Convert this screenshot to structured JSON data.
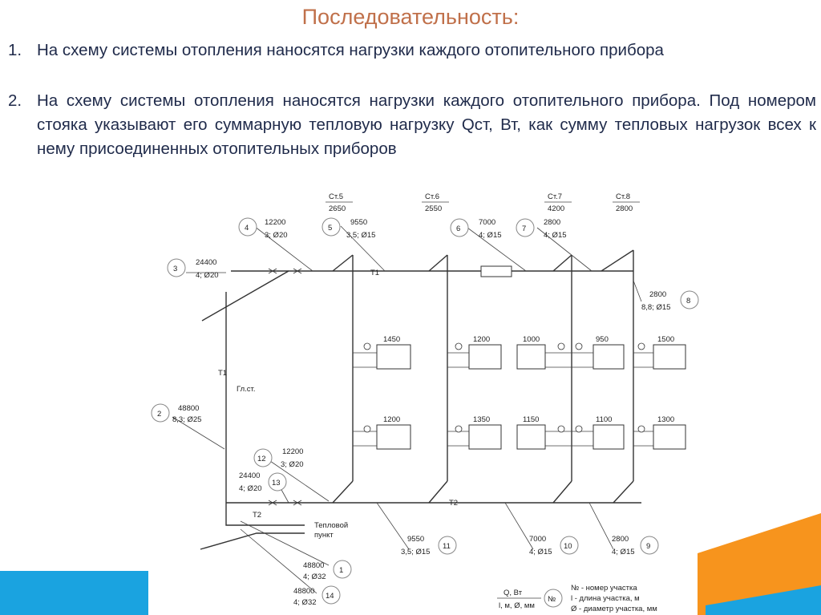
{
  "title": "Последовательность:",
  "items": [
    {
      "num": "1.",
      "text": "На схему системы отопления наносятся нагрузки каждого отопительного прибора"
    },
    {
      "num": "2.",
      "text": "На схему системы отопления наносятся нагрузки каждого отопительного прибора. Под номером стояка указывают его суммарную тепловую нагрузку Qст, Вт, как сумму тепловых нагрузок всех к нему присоединенных отопительных приборов"
    }
  ],
  "colors": {
    "title": "#c0704a",
    "text": "#1f2a4a",
    "accent_orange": "#f7941d",
    "accent_blue": "#1aa3e0"
  },
  "scheme": {
    "risers": [
      {
        "name": "Ст.5",
        "load": "2650"
      },
      {
        "name": "Ст.6",
        "load": "2550"
      },
      {
        "name": "Ст.7",
        "load": "4200"
      },
      {
        "name": "Ст.8",
        "load": "2800"
      }
    ],
    "sections": [
      {
        "no": "1",
        "q": "48800",
        "d": "4; Ø32"
      },
      {
        "no": "2",
        "q": "48800",
        "d": "8,3; Ø25"
      },
      {
        "no": "3",
        "q": "24400",
        "d": "4; Ø20"
      },
      {
        "no": "4",
        "q": "12200",
        "d": "3; Ø20"
      },
      {
        "no": "5",
        "q": "9550",
        "d": "3,5; Ø15"
      },
      {
        "no": "6",
        "q": "7000",
        "d": "4; Ø15"
      },
      {
        "no": "7",
        "q": "2800",
        "d": "4; Ø15"
      },
      {
        "no": "8",
        "q": "2800",
        "d": "8,8; Ø15"
      },
      {
        "no": "9",
        "q": "2800",
        "d": "4; Ø15"
      },
      {
        "no": "10",
        "q": "7000",
        "d": "4; Ø15"
      },
      {
        "no": "11",
        "q": "9550",
        "d": "3,5; Ø15"
      },
      {
        "no": "12",
        "q": "12200",
        "d": "3; Ø20"
      },
      {
        "no": "13",
        "q": "24400",
        "d": "4; Ø20"
      },
      {
        "no": "14",
        "q": "48800",
        "d": "4; Ø32"
      }
    ],
    "radiators_top": [
      "1450",
      "1200",
      "1000",
      "950",
      "1500"
    ],
    "radiators_bottom": [
      "1200",
      "1350",
      "1150",
      "1100",
      "1300"
    ],
    "pipe_labels": {
      "supply": "Т1",
      "return": "Т2",
      "main_riser": "Гл.ст."
    },
    "heat_point": [
      "Тепловой",
      "пункт"
    ],
    "legend": {
      "q_label": "Q, Вт",
      "d_label": "l, м, Ø, мм",
      "symbol": "№",
      "lines": [
        "№ - номер участка",
        "l - длина участка, м",
        "Ø - диаметр участка, мм"
      ]
    }
  }
}
